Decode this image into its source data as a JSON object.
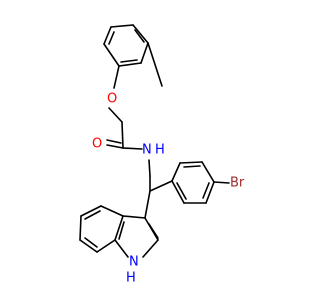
{
  "labels": {
    "oxygen_ether": "O",
    "oxygen_carbonyl": "O",
    "nitrogen_amide": "N",
    "hydrogen_amide": "H",
    "bromine": "Br",
    "nitrogen_indole": "N",
    "hydrogen_indole": "H"
  },
  "colors": {
    "bond": "#000000",
    "oxygen": "#ff0000",
    "nitrogen": "#0000ff",
    "bromine": "#a52a2a"
  }
}
